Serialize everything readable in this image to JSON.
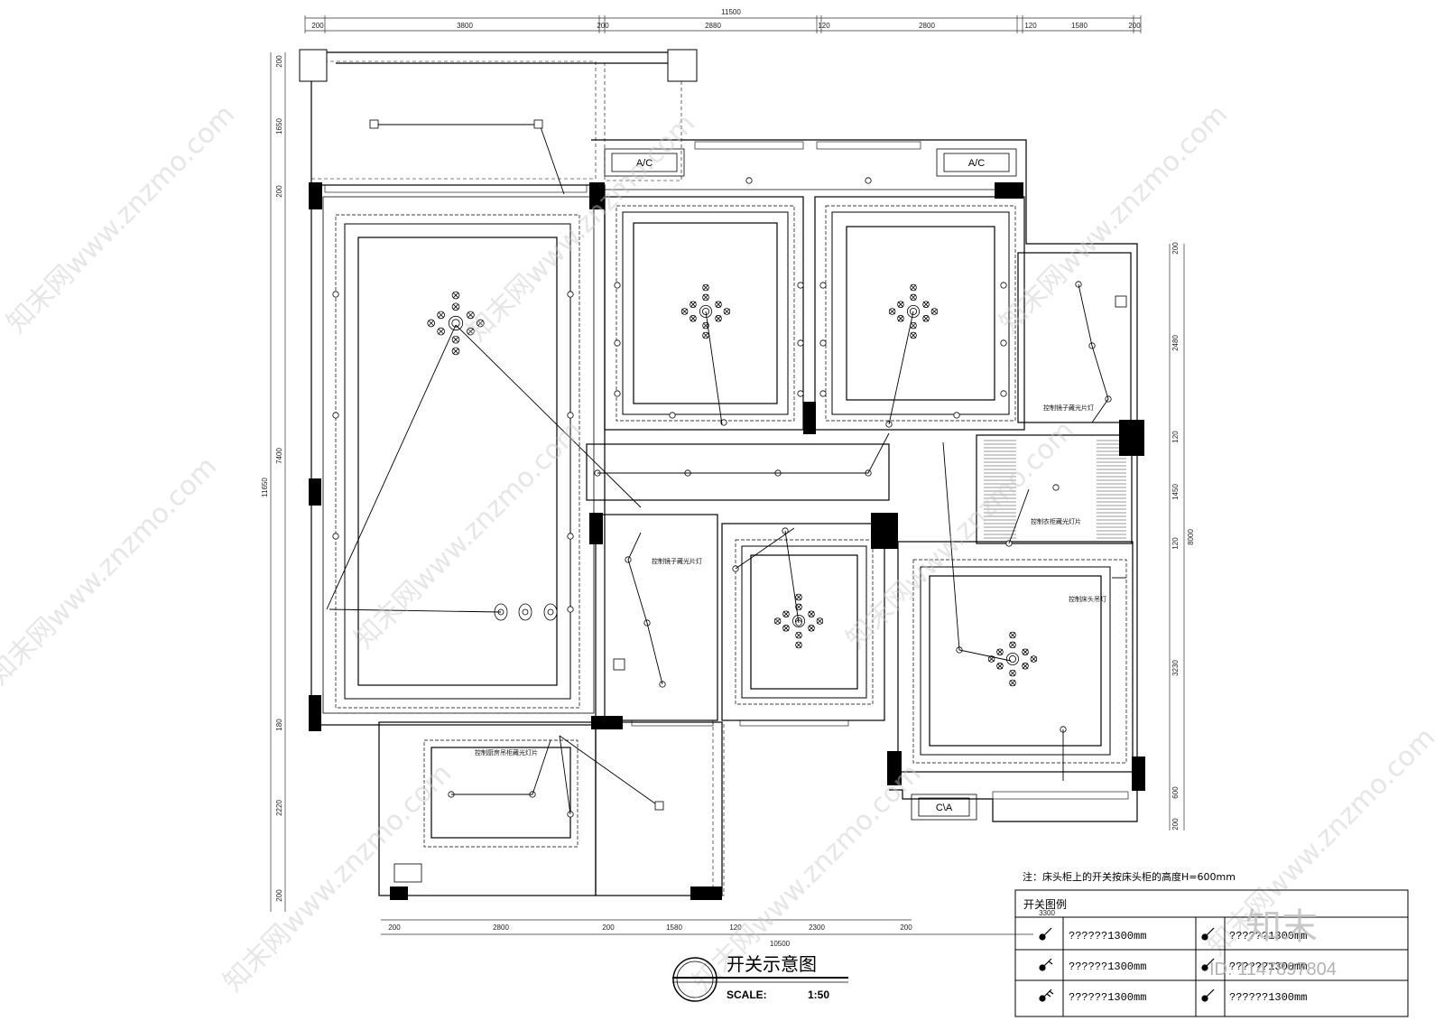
{
  "dimensions": {
    "top_total": "11500",
    "top": [
      "200",
      "3800",
      "200",
      "2880",
      "120",
      "2800",
      "120",
      "1580",
      "200"
    ],
    "left_total": "11650",
    "left": [
      "200",
      "1650",
      "200",
      "7400",
      "180",
      "2220",
      "200"
    ],
    "right_total": "8000",
    "right": [
      "200",
      "2480",
      "120",
      "1450",
      "120",
      "3230",
      "600",
      "200"
    ],
    "bottom_total": "10500",
    "bottom": [
      "200",
      "2800",
      "200",
      "1580",
      "120",
      "2300",
      "200"
    ],
    "bottom_legend_dim": "3300"
  },
  "room_labels": {
    "ac_left": "A/C",
    "ac_right": "A/C",
    "ac_bottom": "C\\A",
    "mirror_light_right": "控制镜子藏光片灯",
    "mirror_light_mid": "控制镜子藏光片灯",
    "wardrobe_light": "控制衣柜藏光灯片",
    "bedhead_lamp": "控制床头吊灯",
    "kitchen_light": "控制厨房吊柜藏光灯片"
  },
  "note": "注：床头柜上的开关按床头柜的高度H=600mm",
  "legend": {
    "title": "开关图例",
    "items": [
      "??????1300mm",
      "??????1300mm",
      "??????1300mm",
      "??????1300mm",
      "??????1300mm",
      "??????1300mm"
    ]
  },
  "title_block": {
    "title": "开关示意图",
    "scale_label": "SCALE:",
    "scale_value": "1:50"
  },
  "watermark": {
    "text": "知末网www.znzmo.com",
    "brand": "知末",
    "id": "ID: 1147897804"
  }
}
